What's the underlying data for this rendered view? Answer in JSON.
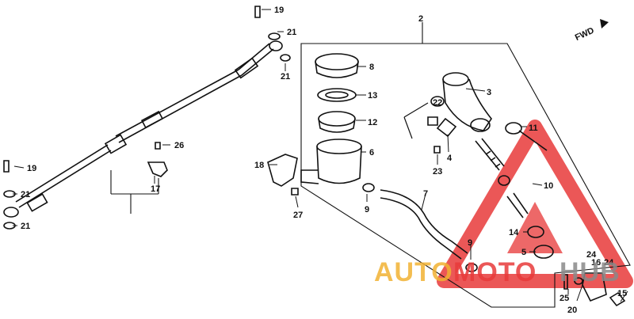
{
  "direction_label": "FWD",
  "callouts": {
    "c2": "2",
    "c3": "3",
    "c4": "4",
    "c5": "5",
    "c6": "6",
    "c7": "7",
    "c8": "8",
    "c9a": "9",
    "c9b": "9",
    "c10": "10",
    "c11": "11",
    "c12": "12",
    "c13": "13",
    "c14": "14",
    "c15": "15",
    "c16": "16",
    "c17": "17",
    "c18": "18",
    "c19a": "19",
    "c19b": "19",
    "c20": "20",
    "c21a": "21",
    "c21b": "21",
    "c21c": "21",
    "c21d": "21",
    "c22": "22",
    "c23": "23",
    "c24a": "24",
    "c24b": "24",
    "c25": "25",
    "c26": "26",
    "c27": "27"
  },
  "watermark": {
    "part1": "AUTO",
    "part2": "MOTO",
    "part3": "HUB",
    "color_primary": "#f2b233",
    "color_secondary": "#e83a3a",
    "color_gray": "#8a8a8a"
  },
  "colors": {
    "line": "#111111",
    "background": "#ffffff"
  }
}
